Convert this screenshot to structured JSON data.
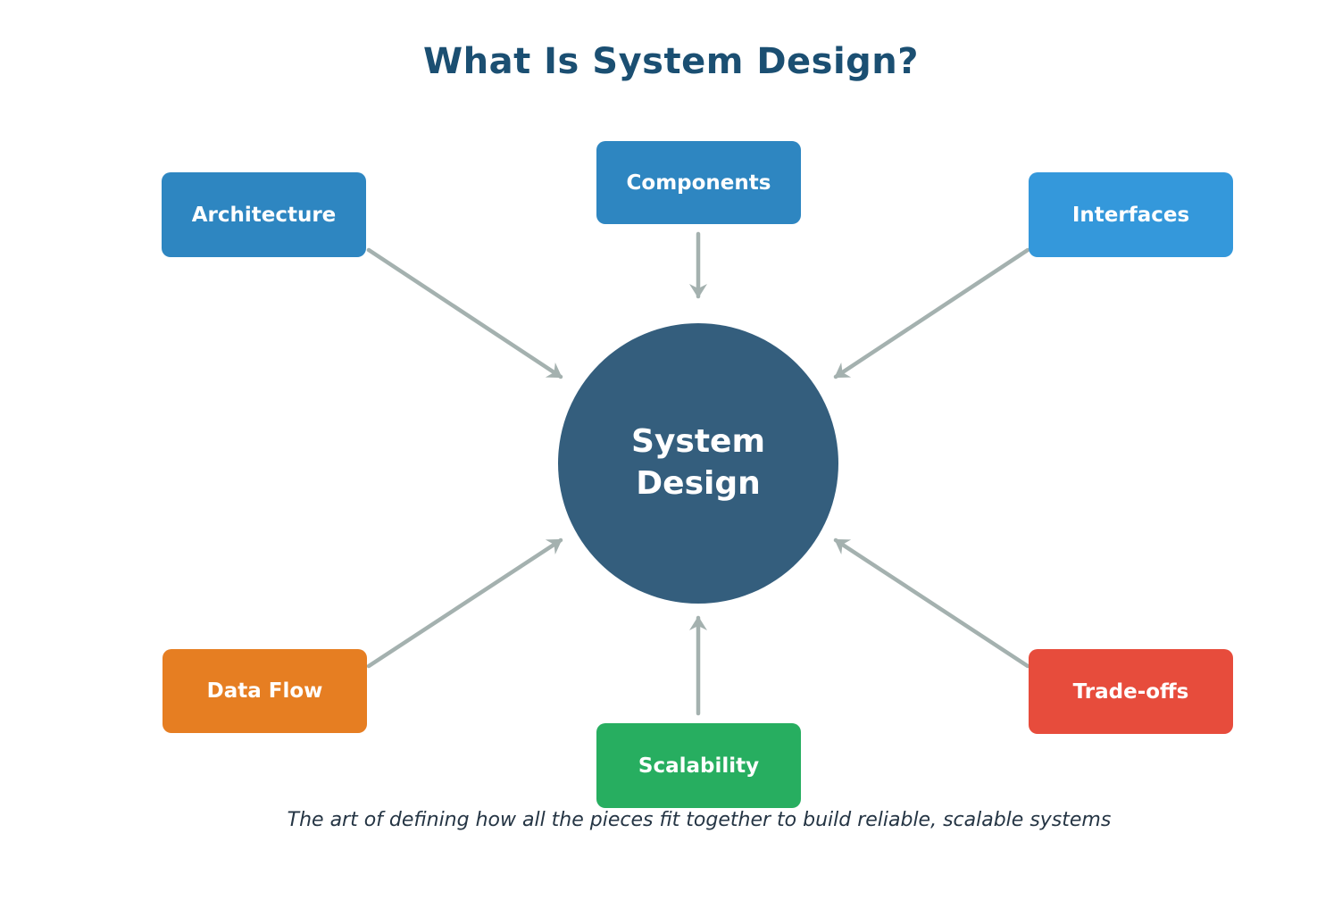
{
  "title": "What Is System Design?",
  "center_node": {
    "line1": "System",
    "line2": "Design",
    "color": "#345E7D",
    "text_color": "#FFFFFF"
  },
  "nodes": {
    "architecture": {
      "label": "Architecture",
      "color": "#2E86C1"
    },
    "components": {
      "label": "Components",
      "color": "#2E86C1"
    },
    "interfaces": {
      "label": "Interfaces",
      "color": "#3498DB"
    },
    "data_flow": {
      "label": "Data Flow",
      "color": "#E67E22"
    },
    "scalability": {
      "label": "Scalability",
      "color": "#27AE60"
    },
    "trade_offs": {
      "label": "Trade-offs",
      "color": "#E74C3C"
    }
  },
  "caption": "The art of defining how all the pieces fit together to build reliable, scalable systems",
  "colors": {
    "background": "#FFFFFF",
    "title": "#1B4F72",
    "caption": "#253544",
    "arrow": "#A4B1AF",
    "box_text": "#FFFFFF"
  }
}
